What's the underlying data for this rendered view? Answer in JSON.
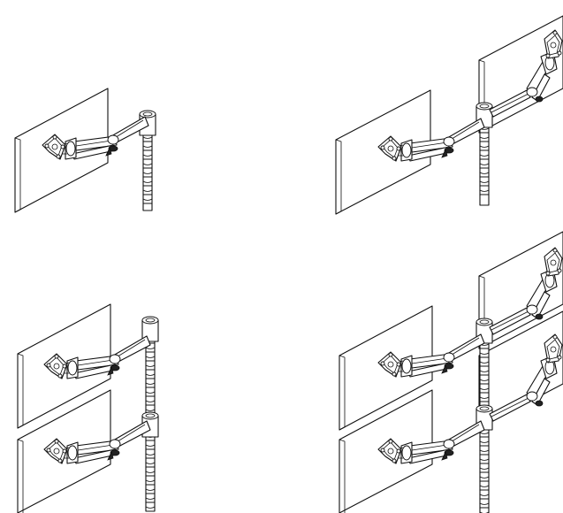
{
  "figure": {
    "background": "#ffffff",
    "line_color": "#111111",
    "panels": [
      {
        "config": "single-monitor-single-arm"
      },
      {
        "config": "dual-monitor-back-to-back-arms"
      },
      {
        "config": "two-monitors-stacked-single-arms"
      },
      {
        "config": "four-monitors-stacked-back-to-back-arms"
      }
    ]
  }
}
